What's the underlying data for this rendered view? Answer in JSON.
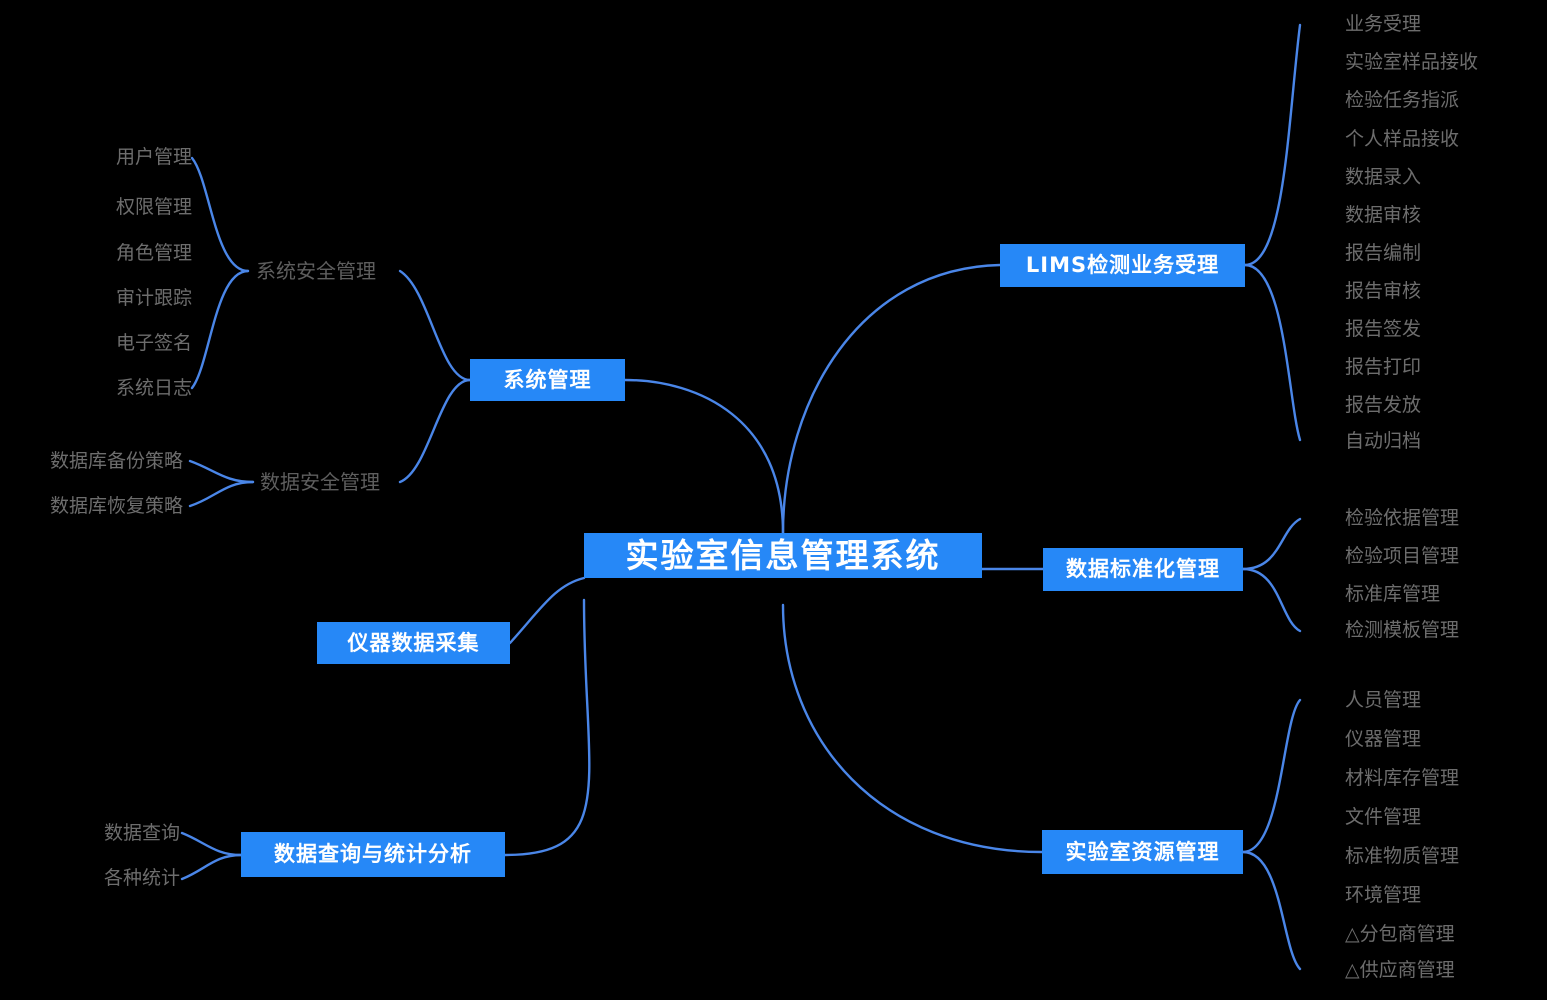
{
  "diagram": {
    "title": "实验室信息管理系统",
    "type": "mindmap",
    "background_color": "#000000",
    "node_fill_color": "#2688f7",
    "node_text_color": "#ffffff",
    "link_color": "#4a86e8",
    "leaf_text_color": "#6d6d6d"
  },
  "center": {
    "label": "实验室信息管理系统"
  },
  "branches": {
    "system_management": {
      "label": "系统管理",
      "children": [
        {
          "label": "系统安全管理",
          "children": [
            {
              "label": "用户管理"
            },
            {
              "label": "权限管理"
            },
            {
              "label": "角色管理"
            },
            {
              "label": "审计跟踪"
            },
            {
              "label": "电子签名"
            },
            {
              "label": "系统日志"
            }
          ]
        },
        {
          "label": "数据安全管理",
          "children": [
            {
              "label": "数据库备份策略"
            },
            {
              "label": "数据库恢复策略"
            }
          ]
        }
      ]
    },
    "instrument_data": {
      "label": "仪器数据采集",
      "children": []
    },
    "query_statistics": {
      "label": "数据查询与统计分析",
      "children": [
        {
          "label": "数据查询"
        },
        {
          "label": "各种统计"
        }
      ]
    },
    "lims_business": {
      "label": "LIMS检测业务受理",
      "children": [
        {
          "label": "业务受理"
        },
        {
          "label": "实验室样品接收"
        },
        {
          "label": "检验任务指派"
        },
        {
          "label": "个人样品接收"
        },
        {
          "label": "数据录入"
        },
        {
          "label": "数据审核"
        },
        {
          "label": "报告编制"
        },
        {
          "label": "报告审核"
        },
        {
          "label": "报告签发"
        },
        {
          "label": "报告打印"
        },
        {
          "label": "报告发放"
        },
        {
          "label": "自动归档"
        }
      ]
    },
    "data_standardization": {
      "label": "数据标准化管理",
      "children": [
        {
          "label": "检验依据管理"
        },
        {
          "label": "检验项目管理"
        },
        {
          "label": "标准库管理"
        },
        {
          "label": "检测模板管理"
        }
      ]
    },
    "lab_resources": {
      "label": "实验室资源管理",
      "children": [
        {
          "label": "人员管理"
        },
        {
          "label": "仪器管理"
        },
        {
          "label": "材料库存管理"
        },
        {
          "label": "文件管理"
        },
        {
          "label": "标准物质管理"
        },
        {
          "label": "环境管理"
        },
        {
          "label": "△分包商管理"
        },
        {
          "label": "△供应商管理"
        }
      ]
    }
  }
}
